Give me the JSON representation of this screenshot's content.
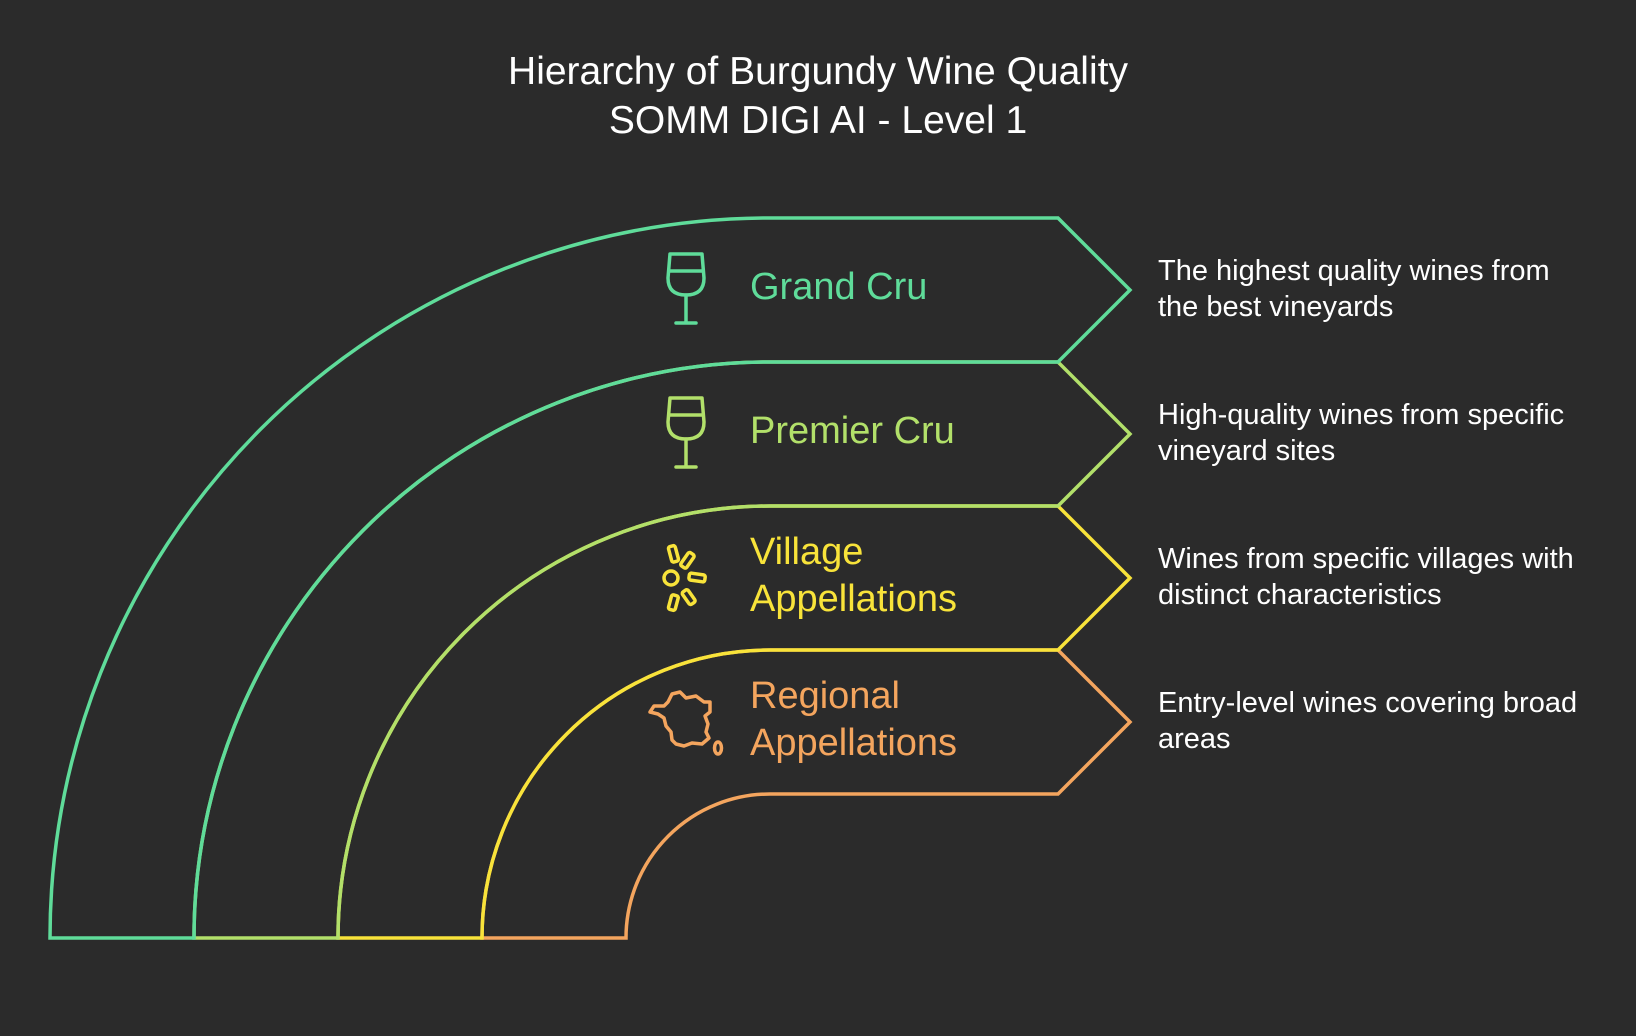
{
  "title": {
    "line1": "Hierarchy of Burgundy Wine Quality",
    "line2": "SOMM DIGI AI - Level 1"
  },
  "levels": [
    {
      "name": "Grand Cru",
      "description": "The highest quality wines from the best vineyards",
      "color": "#5fdc9a",
      "icon": "wine-glass-icon"
    },
    {
      "name": "Premier Cru",
      "description": "High-quality wines from specific vineyard sites",
      "color": "#b2e06a",
      "icon": "wine-glass-icon"
    },
    {
      "name": "Village Appellations",
      "description": "Wines from specific villages with distinct characteristics",
      "color": "#f8e33a",
      "icon": "burst-icon"
    },
    {
      "name": "Regional Appellations",
      "description": "Entry-level wines covering broad areas",
      "color": "#f4a55e",
      "icon": "france-map-icon"
    }
  ],
  "background_color": "#2b2b2b"
}
